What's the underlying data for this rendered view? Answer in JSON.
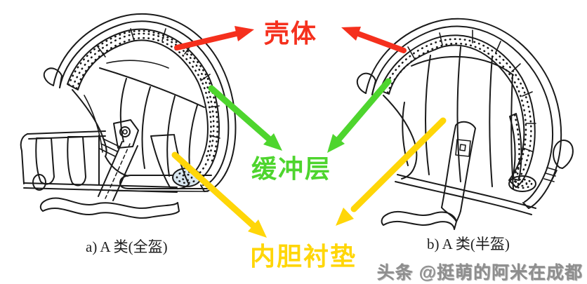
{
  "page": {
    "background": "#ffffff"
  },
  "labels": {
    "shell": "壳体",
    "buffer": "缓冲层",
    "liner": "内胆衬垫"
  },
  "captions": {
    "left": "a) A 类(全盔)",
    "right": "b) A 类(半盔)"
  },
  "watermark": {
    "text": "头条 @挺萌的阿米在成都"
  },
  "colors": {
    "shell": "#f5301d",
    "buffer": "#4ed52e",
    "liner": "#ffd608",
    "line": "#1a1a1a",
    "pad": "#d8e6f0",
    "caption": "#1f1f1f",
    "watermark": "#8e8e8e"
  }
}
